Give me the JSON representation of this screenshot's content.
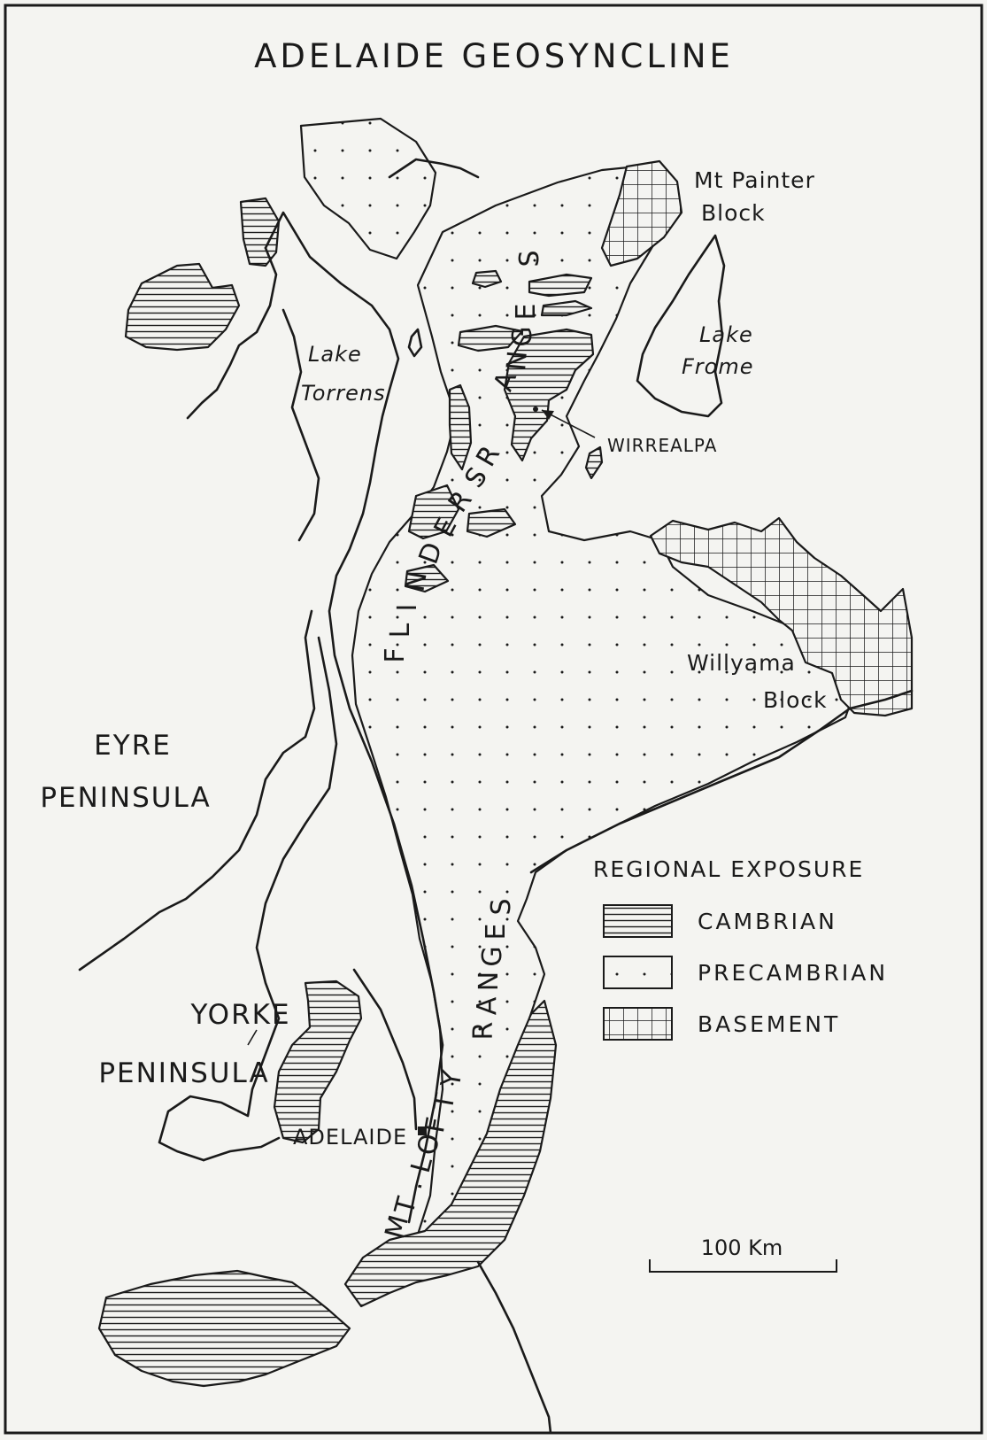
{
  "map": {
    "title": "ADELAIDE GEOSYNCLINE",
    "labels": {
      "mt_painter_1": "Mt Painter",
      "mt_painter_2": "Block",
      "lake_frome_1": "Lake",
      "lake_frome_2": "Frome",
      "lake_torrens_1": "Lake",
      "lake_torrens_2": "Torrens",
      "wirrealpa": "WIRREALPA",
      "willyama_1": "Willyama",
      "willyama_2": "Block",
      "eyre_1": "EYRE",
      "eyre_2": "PENINSULA",
      "yorke_1": "YORKE",
      "yorke_2": "PENINSULA",
      "adelaide": "ADELAIDE",
      "flinders_ranges": [
        "F",
        "L",
        "I",
        "N",
        "D",
        "E",
        "R",
        "S",
        "R",
        "A",
        "N",
        "G",
        "E",
        "S"
      ],
      "mt_lofty_ranges": [
        "M",
        "T",
        ".",
        "L",
        "O",
        "F",
        "T",
        "Y",
        "R",
        "A",
        "N",
        "G",
        "E",
        "S"
      ]
    },
    "legend": {
      "title": "REGIONAL EXPOSURE",
      "items": [
        {
          "label": "CAMBRIAN",
          "pattern": "hatch"
        },
        {
          "label": "PRECAMBRIAN",
          "pattern": "dots"
        },
        {
          "label": "BASEMENT",
          "pattern": "grid"
        }
      ]
    },
    "scale_bar": {
      "label": "100 Km"
    },
    "colors": {
      "ink": "#1a1a1a",
      "paper": "#f4f4f1"
    }
  }
}
